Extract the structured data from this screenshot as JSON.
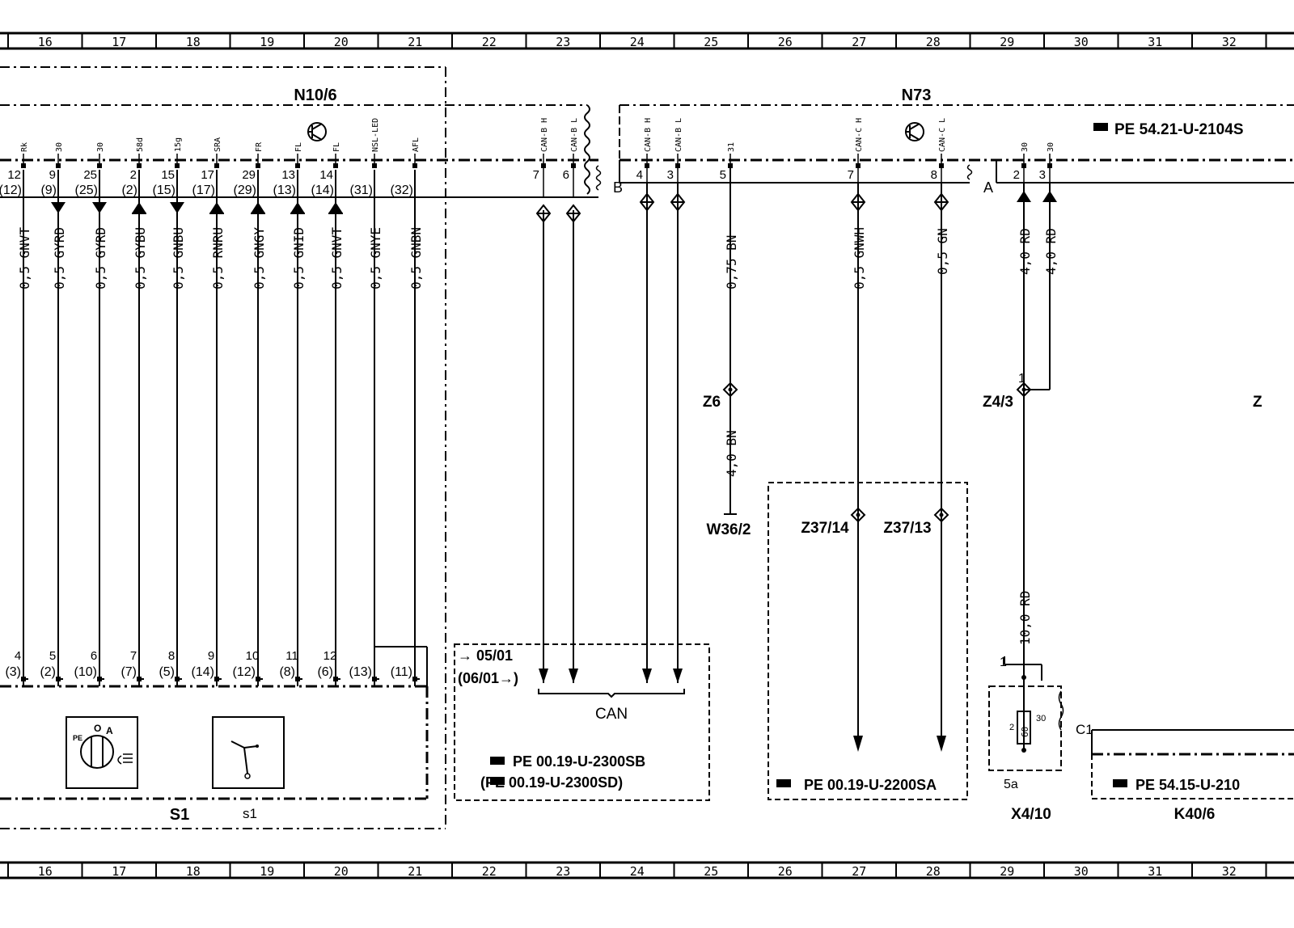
{
  "grid_columns": [
    "16",
    "17",
    "18",
    "19",
    "20",
    "21",
    "22",
    "23",
    "24",
    "25",
    "26",
    "27",
    "28",
    "29",
    "30",
    "31",
    "32"
  ],
  "components": {
    "n10_6": "N10/6",
    "n73": "N73",
    "s1": "S1",
    "s1_switch": "s1",
    "x4_10": "X4/10",
    "k40_6": "K40/6",
    "z6": "Z6",
    "z4_3": "Z4/3",
    "z_cut": "Z",
    "w36_2": "W36/2",
    "z37_14": "Z37/14",
    "z37_13": "Z37/13",
    "can": "CAN"
  },
  "n10_6_top": {
    "pin_names": [
      "Rk",
      "30",
      "30",
      "58d",
      "15g",
      "SRA",
      "FR",
      "FL",
      "FL",
      "NSL-LED",
      "AFL"
    ],
    "pins": [
      "12",
      "9",
      "25",
      "2",
      "15",
      "17",
      "29",
      "13",
      "14",
      "",
      ""
    ],
    "alt_pins": [
      "(12)",
      "(9)",
      "(25)",
      "(2)",
      "(15)",
      "(17)",
      "(29)",
      "(13)",
      "(14)",
      "(31)",
      "(32)"
    ],
    "wires": [
      "0,5 GNVT",
      "0,5 GYRD",
      "0,5 GYRD",
      "0,5 GYBU",
      "0,5 GNBU",
      "0,5 RNRU",
      "0,5 GNGY",
      "0,5 GNID",
      "0,5 GNVT",
      "0,5 GNYE",
      "0,5 GNBN"
    ]
  },
  "n10_6_can": {
    "pin_names": [
      "CAN-B H",
      "CAN-B L"
    ],
    "pins": [
      "7",
      "6"
    ],
    "connector": "B"
  },
  "s1_pins": {
    "pins": [
      "4",
      "5",
      "6",
      "7",
      "8",
      "9",
      "10",
      "11",
      "12",
      "",
      ""
    ],
    "alt_pins": [
      "(3)",
      "(2)",
      "(10)",
      "(7)",
      "(5)",
      "(14)",
      "(12)",
      "(8)",
      "(6)",
      "(13)",
      "(11)"
    ]
  },
  "n73": {
    "pin_names": [
      "CAN-B H",
      "CAN-B L",
      "31",
      "CAN-C H",
      "CAN-C L",
      "30",
      "30"
    ],
    "pins": [
      "4",
      "3",
      "5",
      "7",
      "8",
      "2",
      "3"
    ],
    "connector_a": "A",
    "reference": "PE 54.21-U-2104S",
    "wires": {
      "gnd": "0,75 BN",
      "can_c_h": "0,5 GNWH",
      "can_c_l": "0,5 GN",
      "pwr1": "4,0 RD",
      "pwr2": "4,0 RD",
      "gnd2": "4,0 BN",
      "fuse_feed": "10,0 RD"
    }
  },
  "can_box": {
    "line1": "→ 05/01",
    "line2": "(06/01→)",
    "ref1": "PE  00.19-U-2300SB",
    "ref2": "(PE  00.19-U-2300SD)"
  },
  "z37_box": {
    "ref": "PE  00.19-U-2200SA"
  },
  "fuse": {
    "pin1": "1",
    "pin2": "2",
    "rating": "60",
    "pin30": "30",
    "pin5a": "5a",
    "node1": "1"
  },
  "k40": {
    "connector": "C1",
    "ref": "PE  54.15-U-210"
  },
  "switch_labels": {
    "left": "PE",
    "o": "O",
    "a": "A"
  }
}
